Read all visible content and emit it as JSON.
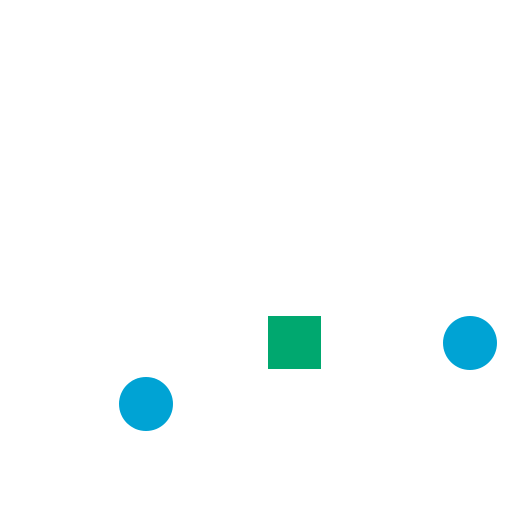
{
  "scene": {
    "background": "#ffffff",
    "pieces": [
      {
        "id": "circle-1",
        "shape": "circle",
        "color": "#00a3d4"
      },
      {
        "id": "circle-2",
        "shape": "circle",
        "color": "#00a3d4"
      },
      {
        "id": "square-1",
        "shape": "square",
        "color": "#00a86f"
      }
    ]
  }
}
